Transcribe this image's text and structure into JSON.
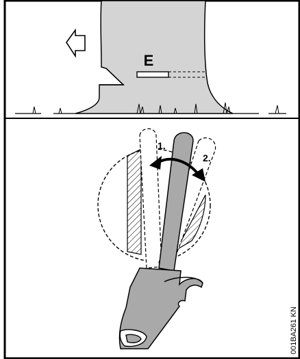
{
  "labels": {
    "point": "E",
    "position_1": "1.",
    "position_2": "2."
  },
  "figure_code": "001BA261 KN",
  "colors": {
    "frame": "#000000",
    "tree_fill": "#d4d4d4",
    "saw_fill": "#a9a9a9",
    "background": "#ffffff"
  },
  "icons": {
    "direction": "arrow-left-icon",
    "swing": "double-arrow-icon"
  }
}
